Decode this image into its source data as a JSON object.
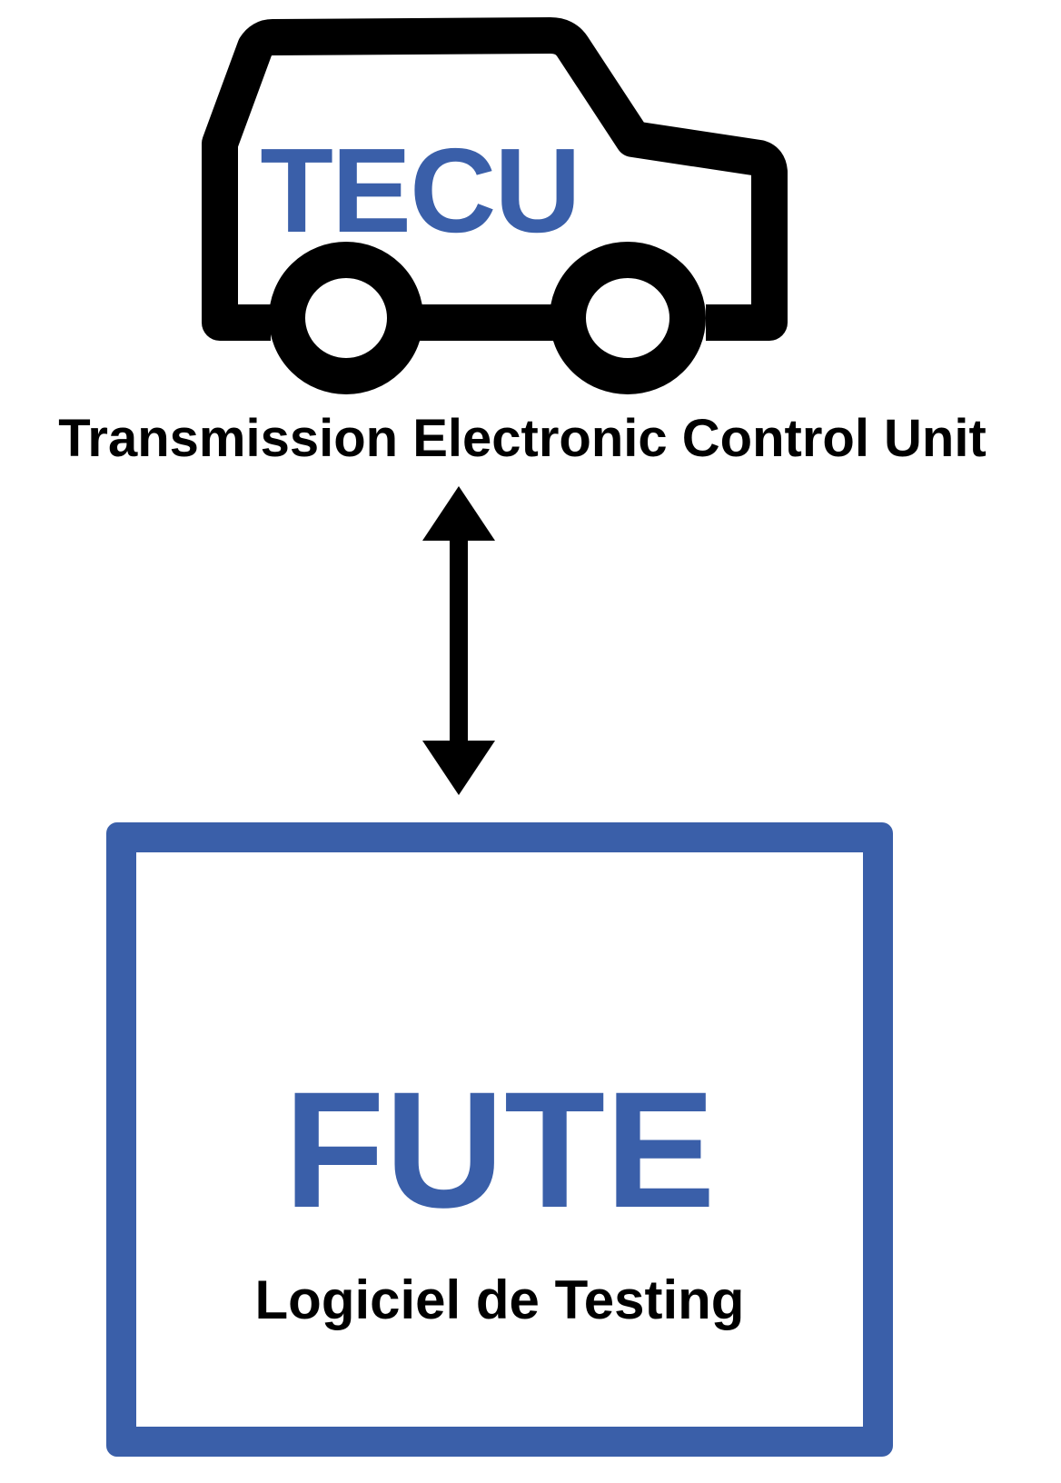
{
  "colors": {
    "accent_blue": "#3a5fa9",
    "line_black": "#000000",
    "background": "#ffffff"
  },
  "icons": {
    "vehicle": "car-icon",
    "connection": "double-arrow-icon"
  },
  "tecu": {
    "acronym": "TECU",
    "full_name": "Transmission Electronic Control Unit"
  },
  "fute": {
    "title": "FUTE",
    "subtitle": "Logiciel de Testing"
  }
}
